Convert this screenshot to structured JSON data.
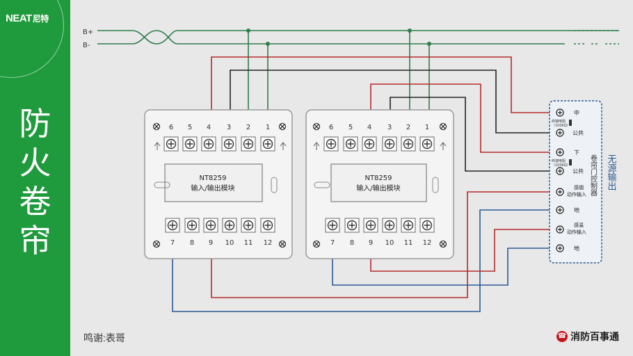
{
  "header": {
    "logo": "NEAT",
    "logo_cn": "尼特"
  },
  "sidebar": {
    "title_chars": [
      "防",
      "火",
      "卷",
      "帘"
    ]
  },
  "bus": {
    "plus": "B+",
    "minus": "B-"
  },
  "modules": [
    {
      "model": "NT8259",
      "name": "输入/输出模块",
      "top_terminals": [
        "6",
        "5",
        "4",
        "3",
        "2",
        "1"
      ],
      "bottom_terminals": [
        "7",
        "8",
        "9",
        "10",
        "11",
        "12"
      ]
    },
    {
      "model": "NT8259",
      "name": "输入/输出模块",
      "top_terminals": [
        "6",
        "5",
        "4",
        "3",
        "2",
        "1"
      ],
      "bottom_terminals": [
        "7",
        "8",
        "9",
        "10",
        "11",
        "12"
      ]
    }
  ],
  "controller": {
    "label": "卷帘门控制器",
    "side_label": "无源输出",
    "terminals": [
      "中",
      "公共",
      "下",
      "公共",
      "感烟动作输入",
      "地",
      "感温动作输入",
      "地"
    ],
    "resistor_note_1": "终端电阻",
    "resistor_note_2": "（100KΩ）"
  },
  "footer": {
    "credit": "鸣谢:表哥",
    "brand": "消防百事通",
    "badge": "☎"
  },
  "colors": {
    "green": "#1f9a3c",
    "red": "#b52a2a",
    "black": "#222222",
    "blue": "#2a5b93",
    "bus": "#2e7d4a"
  }
}
